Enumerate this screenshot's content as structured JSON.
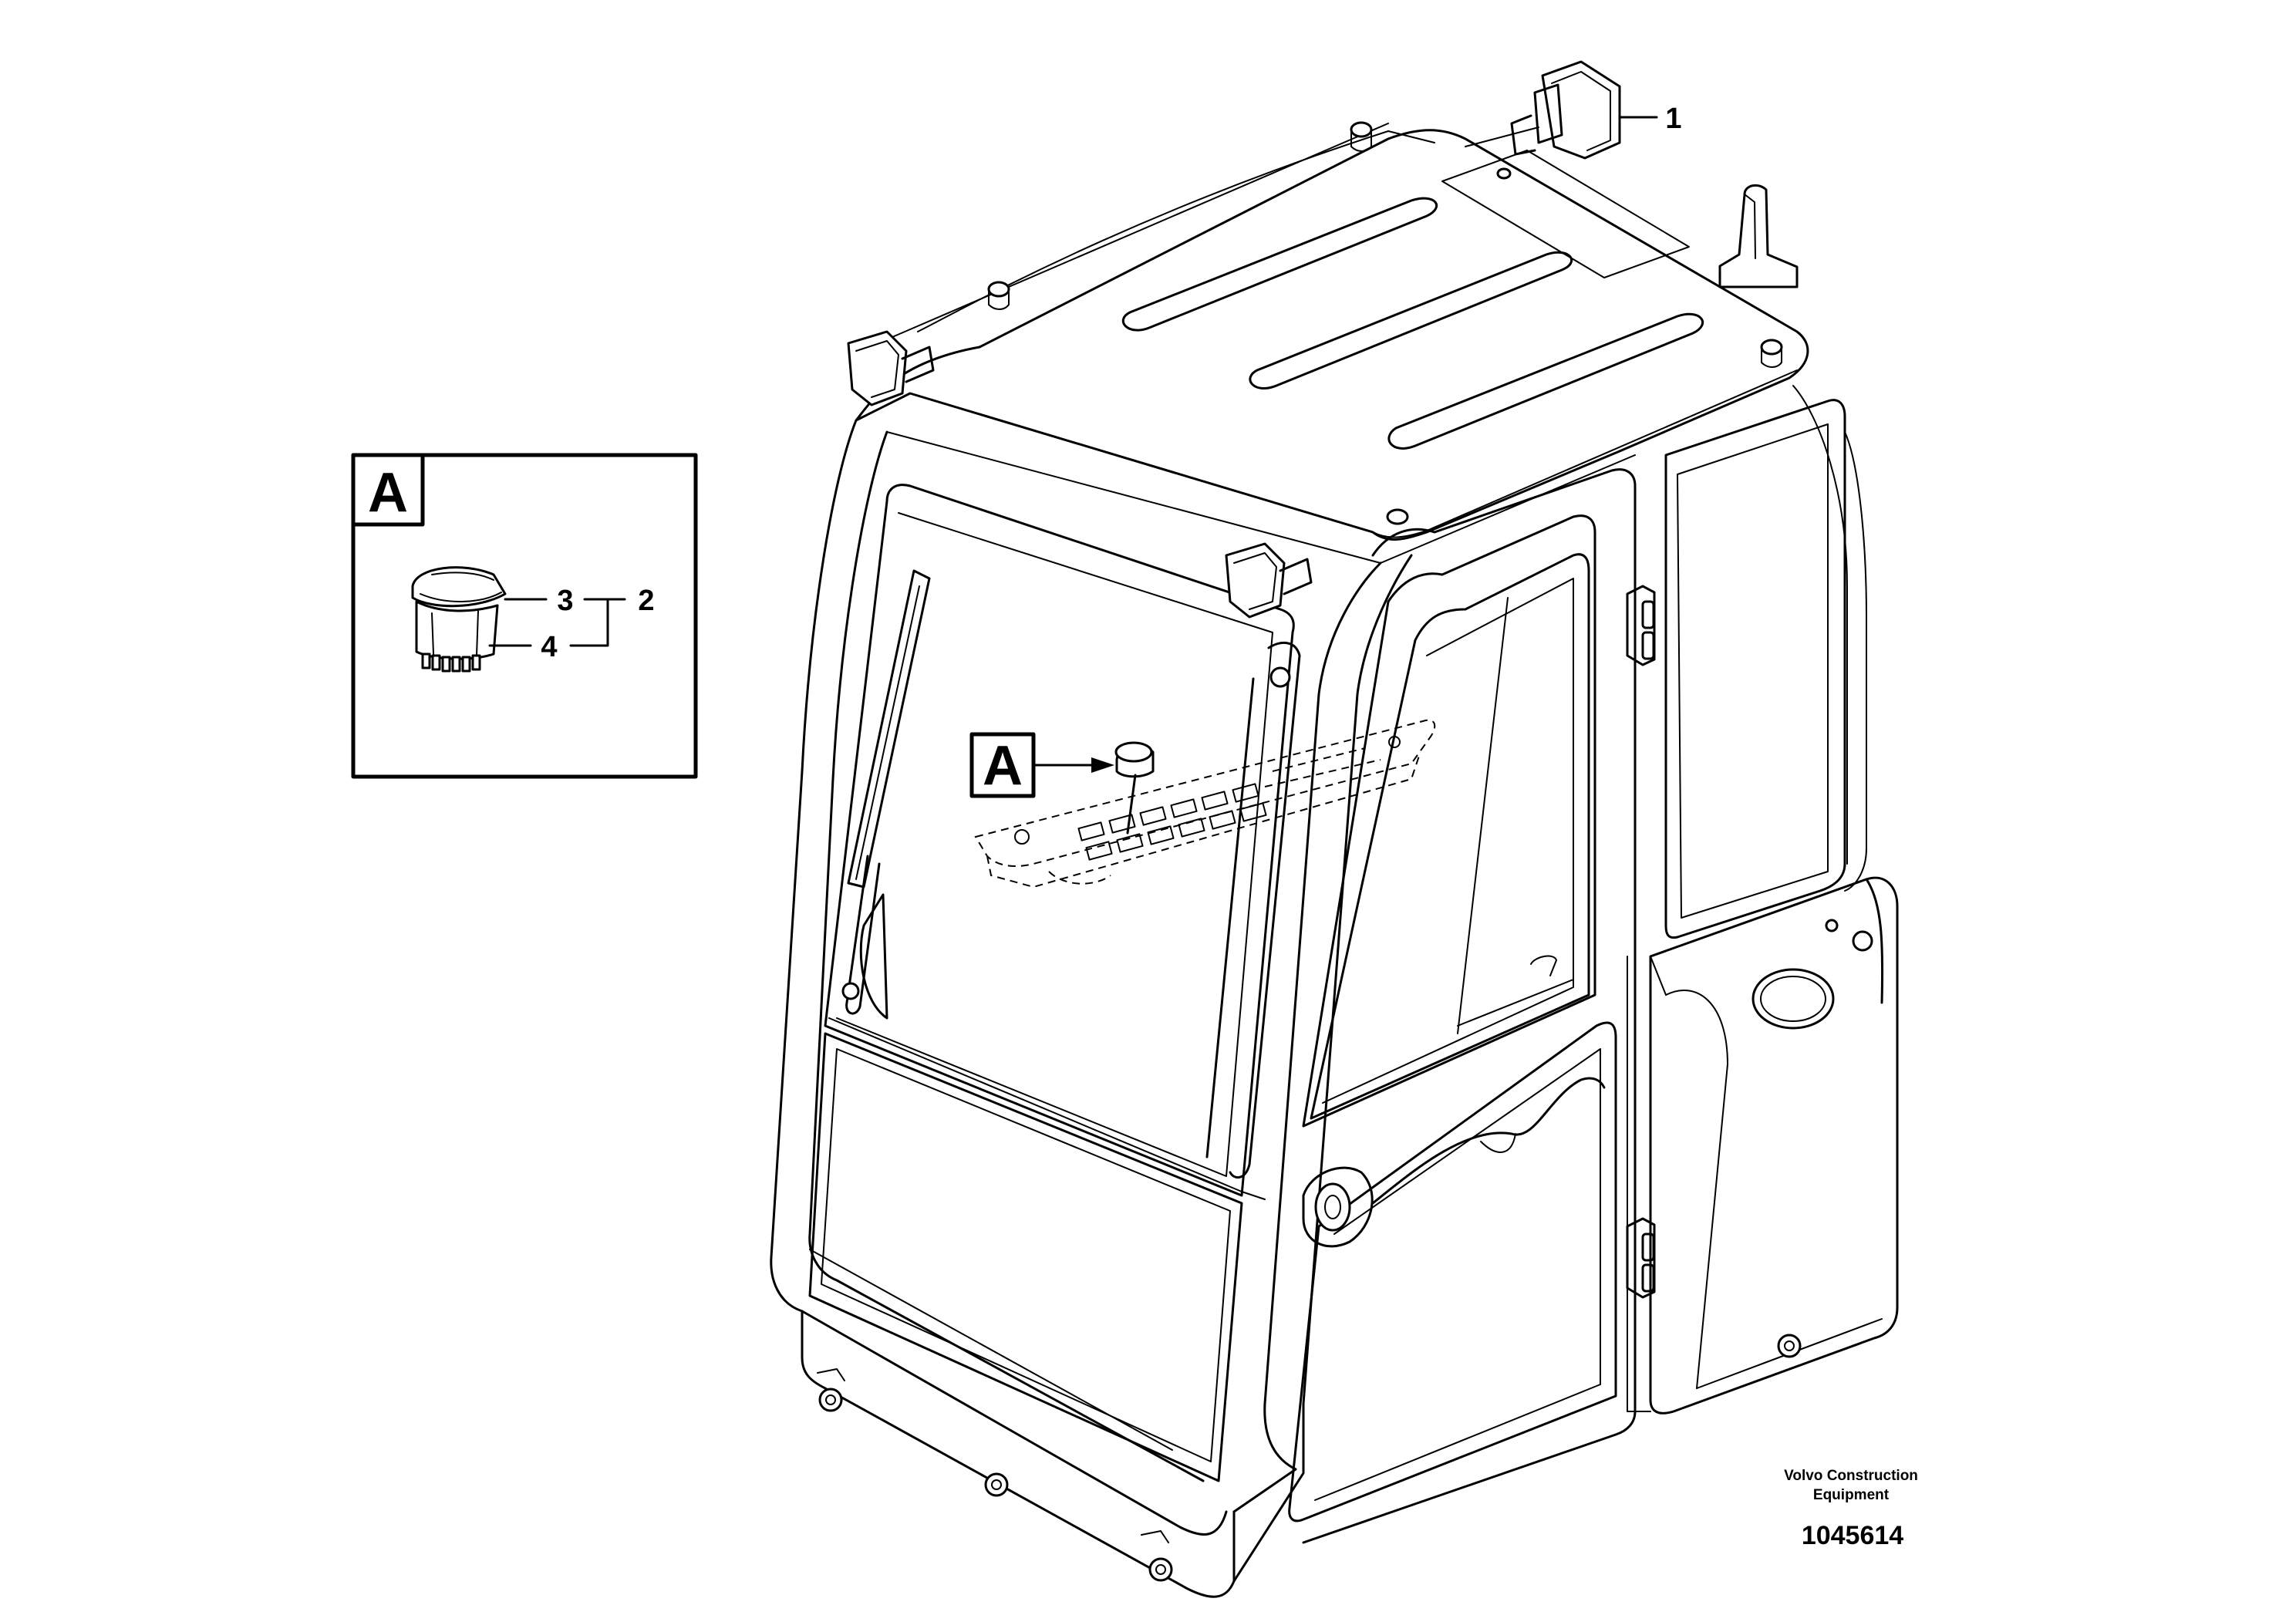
{
  "diagram": {
    "detail_label": "A",
    "callouts": {
      "item_1": "1",
      "item_2": "2",
      "item_3": "3",
      "item_4": "4"
    },
    "reference_label": "A"
  },
  "footer": {
    "company_line1": "Volvo Construction",
    "company_line2": "Equipment",
    "document_number": "1045614"
  }
}
